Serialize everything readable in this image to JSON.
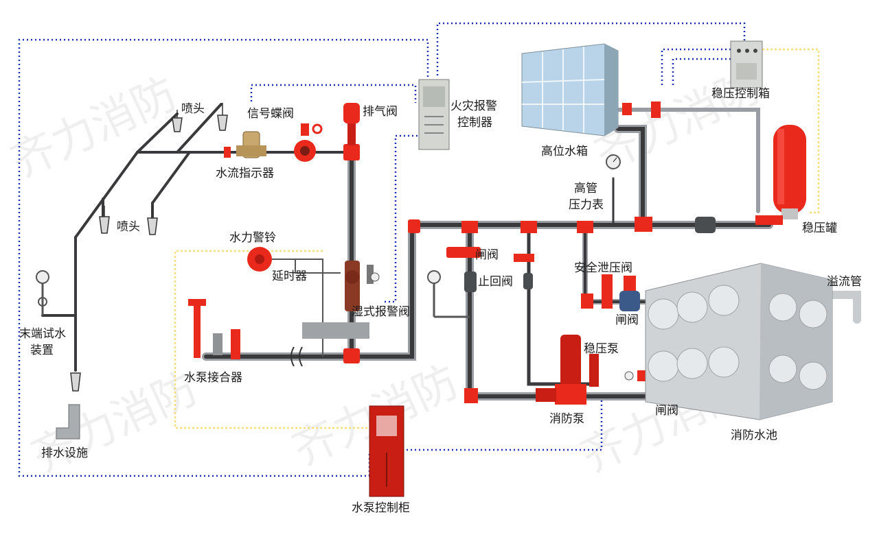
{
  "watermark": "齐力消防",
  "colors": {
    "pipe": "#3a3a3c",
    "pipe_red": "#e8291c",
    "signal_line": "#1a2fb0",
    "power_line": "#f3e07a",
    "tank_fill": "#b9d4e8",
    "pool_fill": "#cfd3d6"
  },
  "labels": {
    "sprinkler_top": "喷头",
    "sprinkler_bottom": "喷头",
    "signal_butterfly_valve": "信号蝶阀",
    "water_flow_indicator": "水流指示器",
    "exhaust_valve": "排气阀",
    "fire_alarm_controller_1": "火灾报警",
    "fire_alarm_controller_2": "控制器",
    "high_water_tank": "高位水箱",
    "pressure_control_box": "稳压控制箱",
    "pressure_tank": "稳压罐",
    "high_pressure_gauge_1": "高管",
    "high_pressure_gauge_2": "压力表",
    "water_alarm_bell": "水力警铃",
    "delay_device": "延时器",
    "gate_valve_1": "闸阀",
    "check_valve": "止回阀",
    "safety_relief_valve": "安全泄压阀",
    "gate_valve_2": "闸阀",
    "overflow_pipe": "溢流管",
    "end_test_device_1": "末端试水",
    "end_test_device_2": "装置",
    "wet_alarm_valve": "湿式报警阀",
    "pump_adapter": "水泵接合器",
    "pressure_pump": "稳压泵",
    "fire_pump": "消防泵",
    "gate_valve_3": "闸阀",
    "fire_pool": "消防水池",
    "drainage": "排水设施",
    "pump_control_cabinet": "水泵控制柜"
  }
}
